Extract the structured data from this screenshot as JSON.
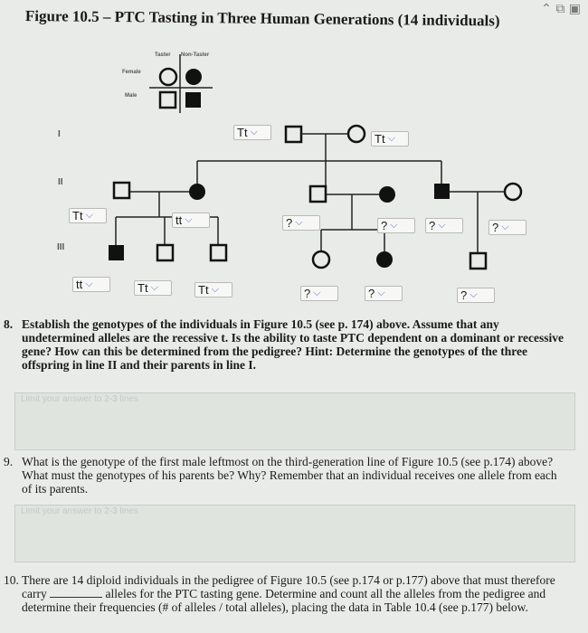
{
  "figure": {
    "title": "Figure 10.5 – PTC Tasting in Three Human Generations (14 individuals)",
    "legend": {
      "taster": "Taster",
      "non_taster": "Non-Taster",
      "female": "Female",
      "male": "Male"
    },
    "generations": [
      "I",
      "II",
      "III"
    ],
    "selects": {
      "g1_male": "Tt",
      "g1_female": "Tt",
      "g2_1": "Tt",
      "g2_2": "tt",
      "g2_3": "?",
      "g2_4": "?",
      "g2_5": "?",
      "g2_6": "?",
      "g3_1": "tt",
      "g3_2": "Tt",
      "g3_3": "Tt",
      "g3_4": "?",
      "g3_5": "?",
      "g3_6": "?"
    }
  },
  "questions": [
    {
      "number": "8.",
      "text": "Establish the genotypes of the individuals in Figure 10.5 (see p. 174) above. Assume that any undetermined alleles are the recessive t. Is the ability to taste PTC dependent on a dominant or recessive gene? How can this be determined from the pedigree? Hint: Determine the genotypes of the three offspring in line II and their parents in line I.",
      "answer_hint": "Limit your answer to 2-3 lines"
    },
    {
      "number": "9.",
      "text": "What is the genotype of the first male leftmost on the third-generation line of Figure 10.5 (see p.174) above? What must the genotypes of his parents be? Why? Remember that an individual receives one allele from each of its parents.",
      "answer_hint": "Limit your answer to 2-3 lines"
    },
    {
      "number": "10.",
      "text_a": "There are 14 diploid individuals in the pedigree of Figure 10.5 (see p.174 or p.177) above that must therefore carry",
      "text_b": "alleles for the PTC tasting gene. Determine and count all the alleles from the pedigree and determine their frequencies (# of alleles / total alleles), placing the data in Table 10.4 (see p.177) below."
    }
  ]
}
